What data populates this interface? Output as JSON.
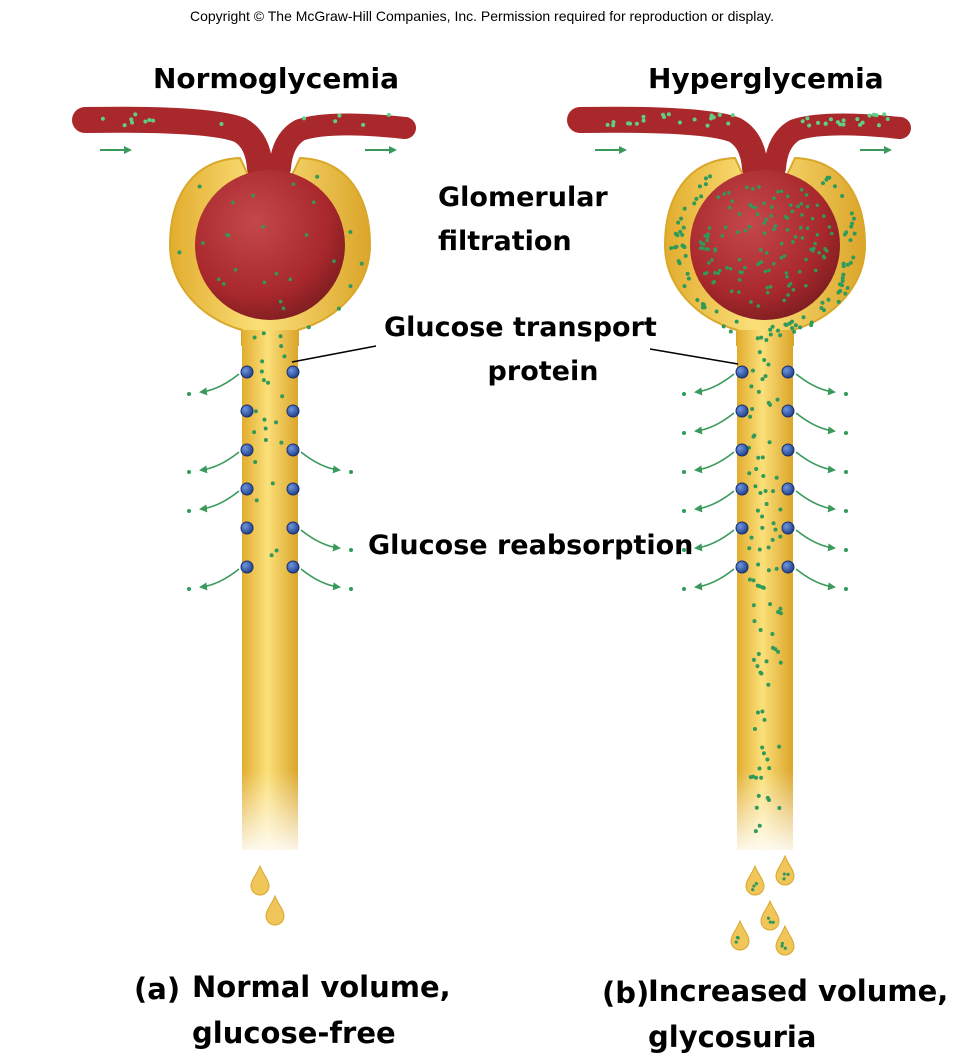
{
  "copyright": "Copyright © The McGraw-Hill Companies, Inc. Permission required for reproduction or display.",
  "panels": [
    {
      "heading": "Normoglycemia",
      "letter": "(a)",
      "caption_line1": "Normal volume,",
      "caption_line2": "glucose-free"
    },
    {
      "heading": "Hyperglycemia",
      "letter": "(b)",
      "caption_line1": "Increased volume,",
      "caption_line2": "glycosuria"
    }
  ],
  "labels": {
    "glomerular_line1": "Glomerular",
    "glomerular_line2": "filtration",
    "transport_line1": "Glucose transport",
    "transport_line2": "protein",
    "reabsorption": "Glucose reabsorption"
  },
  "colors": {
    "blood": "#a8282c",
    "blood_dark": "#7c1d20",
    "tubule": "#f2cb55",
    "tubule_edge": "#d9a72a",
    "glucose_dot": "#2f9a5a",
    "transporter": "#2e56a8",
    "arrow": "#3a9a5c"
  }
}
